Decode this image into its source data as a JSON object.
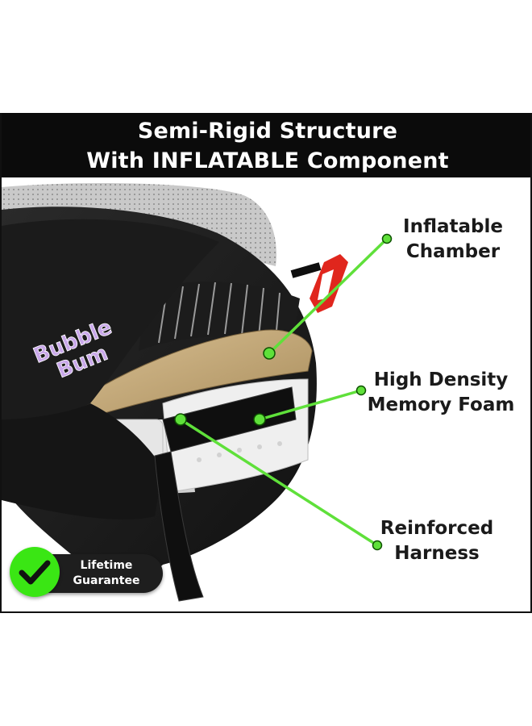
{
  "banner": {
    "line1": "Semi-Rigid Structure",
    "line2": "With INFLATABLE Component"
  },
  "callouts": {
    "inflatable": {
      "line1": "Inflatable",
      "line2": "Chamber"
    },
    "foam": {
      "line1": "High Density",
      "line2": "Memory Foam"
    },
    "harness": {
      "line1": "Reinforced",
      "line2": "Harness"
    }
  },
  "brand_logo": "Bubble Bum",
  "badge": {
    "line1": "Lifetime",
    "line2": "Guarantee"
  },
  "colors": {
    "callout_line": "#5fe03a",
    "badge_green": "#3ae614",
    "clip_red": "#e0261d",
    "logo_purple": "#c9a8ea"
  }
}
